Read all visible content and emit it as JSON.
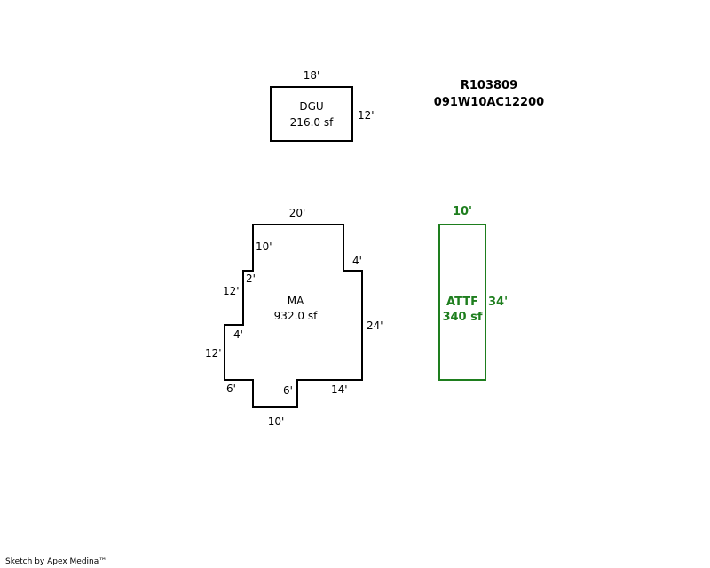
{
  "parcel": {
    "account": "R103809",
    "map_number": "091W10AC12200"
  },
  "areas": {
    "dgu": {
      "name": "DGU",
      "area": "216.0 sf",
      "top": "18'",
      "right": "12'"
    },
    "ma": {
      "name": "MA",
      "area": "932.0 sf",
      "top": "20'",
      "upper_left": "10'",
      "step_left": "2'",
      "right_step": "4'",
      "mid_left": "12'",
      "inner_left": "4'",
      "lower_left": "12'",
      "right": "24'",
      "bottom_left": "6'",
      "notch_depth": "6'",
      "bottom_right": "14'",
      "notch_bottom": "10'"
    },
    "attf": {
      "name": "ATTF",
      "area": "340 sf",
      "top": "10'",
      "right": "34'"
    }
  },
  "colors": {
    "outline": "#000000",
    "attf": "#1e7e1e"
  },
  "footer": "Sketch by Apex Medina™"
}
